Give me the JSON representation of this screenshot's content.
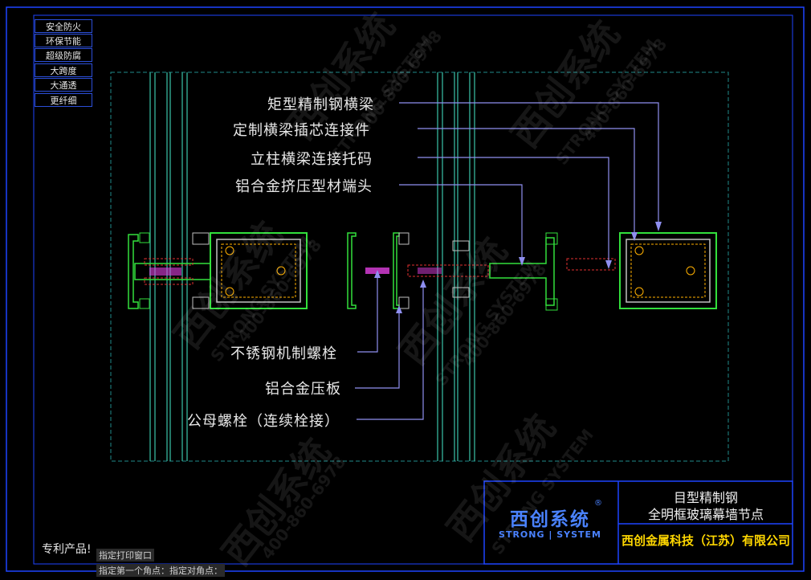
{
  "features": [
    "安全防火",
    "环保节能",
    "超级防腐",
    "大跨度",
    "大通透",
    "更纤细"
  ],
  "callouts_top": [
    "矩型精制钢横梁",
    "定制横梁插芯连接件",
    "立柱横梁连接托码",
    "铝合金挤压型材端头"
  ],
  "callouts_bottom": [
    "不锈钢机制螺栓",
    "铝合金压板",
    "公母螺栓（连续栓接）"
  ],
  "title_block": {
    "title_line1": "目型精制钢",
    "title_line2": "全明框玻璃幕墙节点",
    "company": "西创金属科技（江苏）有限公司",
    "brand_cn": "西创系统",
    "brand_en": "STRONG | SYSTEM",
    "brand_reg": "®"
  },
  "patent_label": "专利产品!",
  "command_lines": [
    "指定打印窗口",
    "指定第一个角点：指定对角点："
  ],
  "watermark": {
    "text_cn": "西创系统",
    "text_en": "STRONG SYSTEM",
    "phone": "400-860-6978"
  },
  "colors": {
    "border": "#1e44ff",
    "glass": "#2f9e88",
    "profile": "#32e03c",
    "steel": "#bfbfbf",
    "insert": "#e03030",
    "bolt": "#e040e0",
    "leader": "#8f8ff0",
    "dashed_frame": "#1f8a8a",
    "company_text": "#ffd700"
  }
}
